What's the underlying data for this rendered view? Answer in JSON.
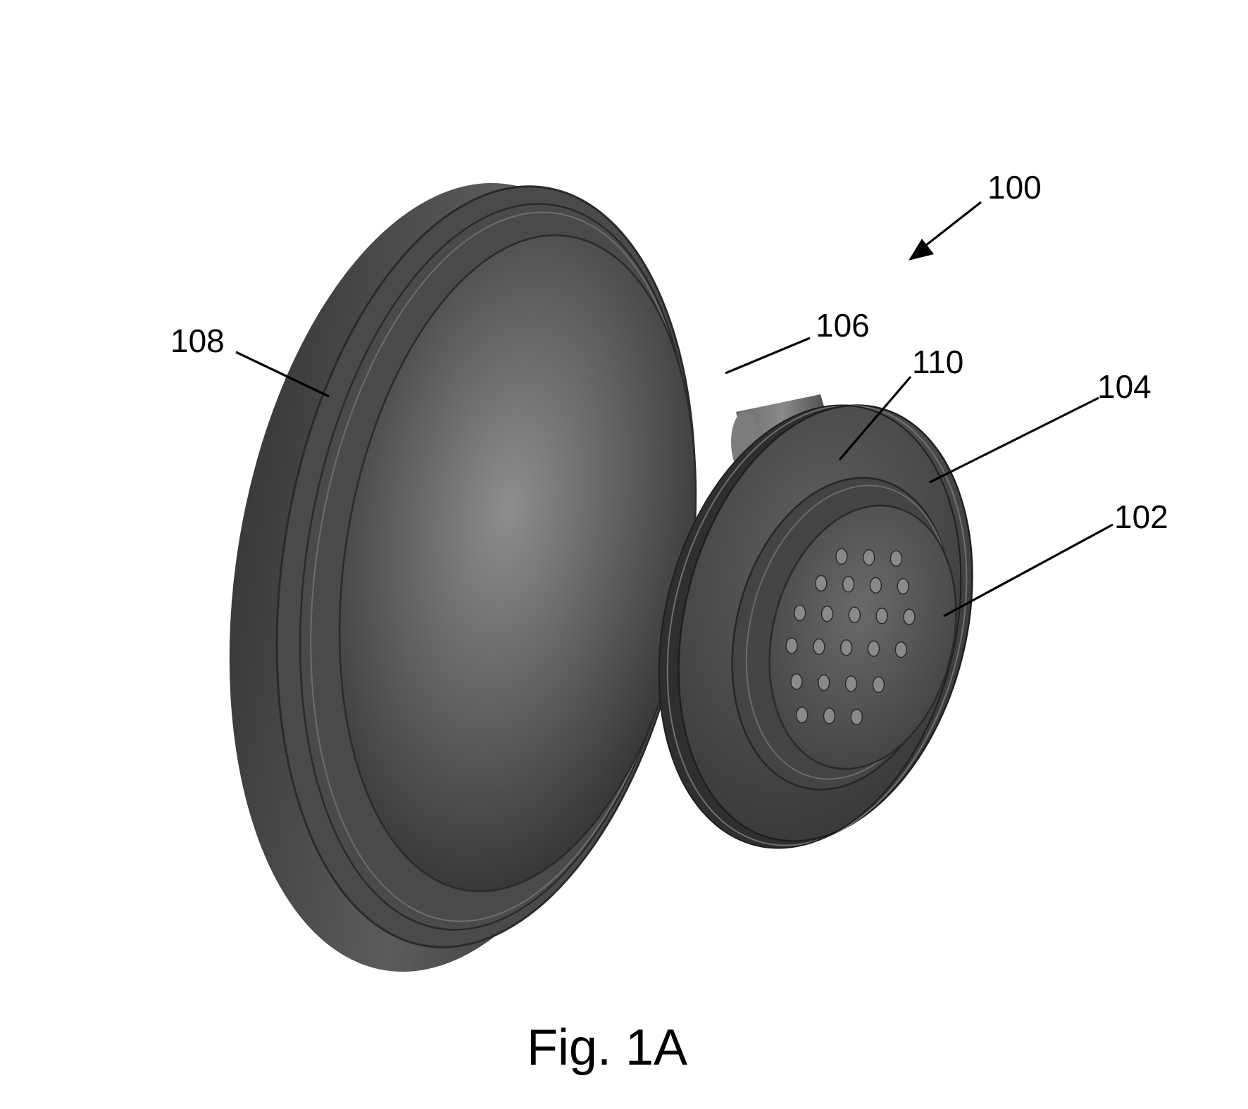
{
  "figure": {
    "caption": "Fig. 1A",
    "labels": {
      "assembly": "100",
      "spray_face": "102",
      "face_ring": "104",
      "back_dome": "106",
      "outer_housing": "108",
      "groove": "110"
    }
  },
  "colors": {
    "background": "#ffffff",
    "ink": "#000000",
    "body_light": "#8c8c8c",
    "body_dark": "#2e2e2e"
  }
}
